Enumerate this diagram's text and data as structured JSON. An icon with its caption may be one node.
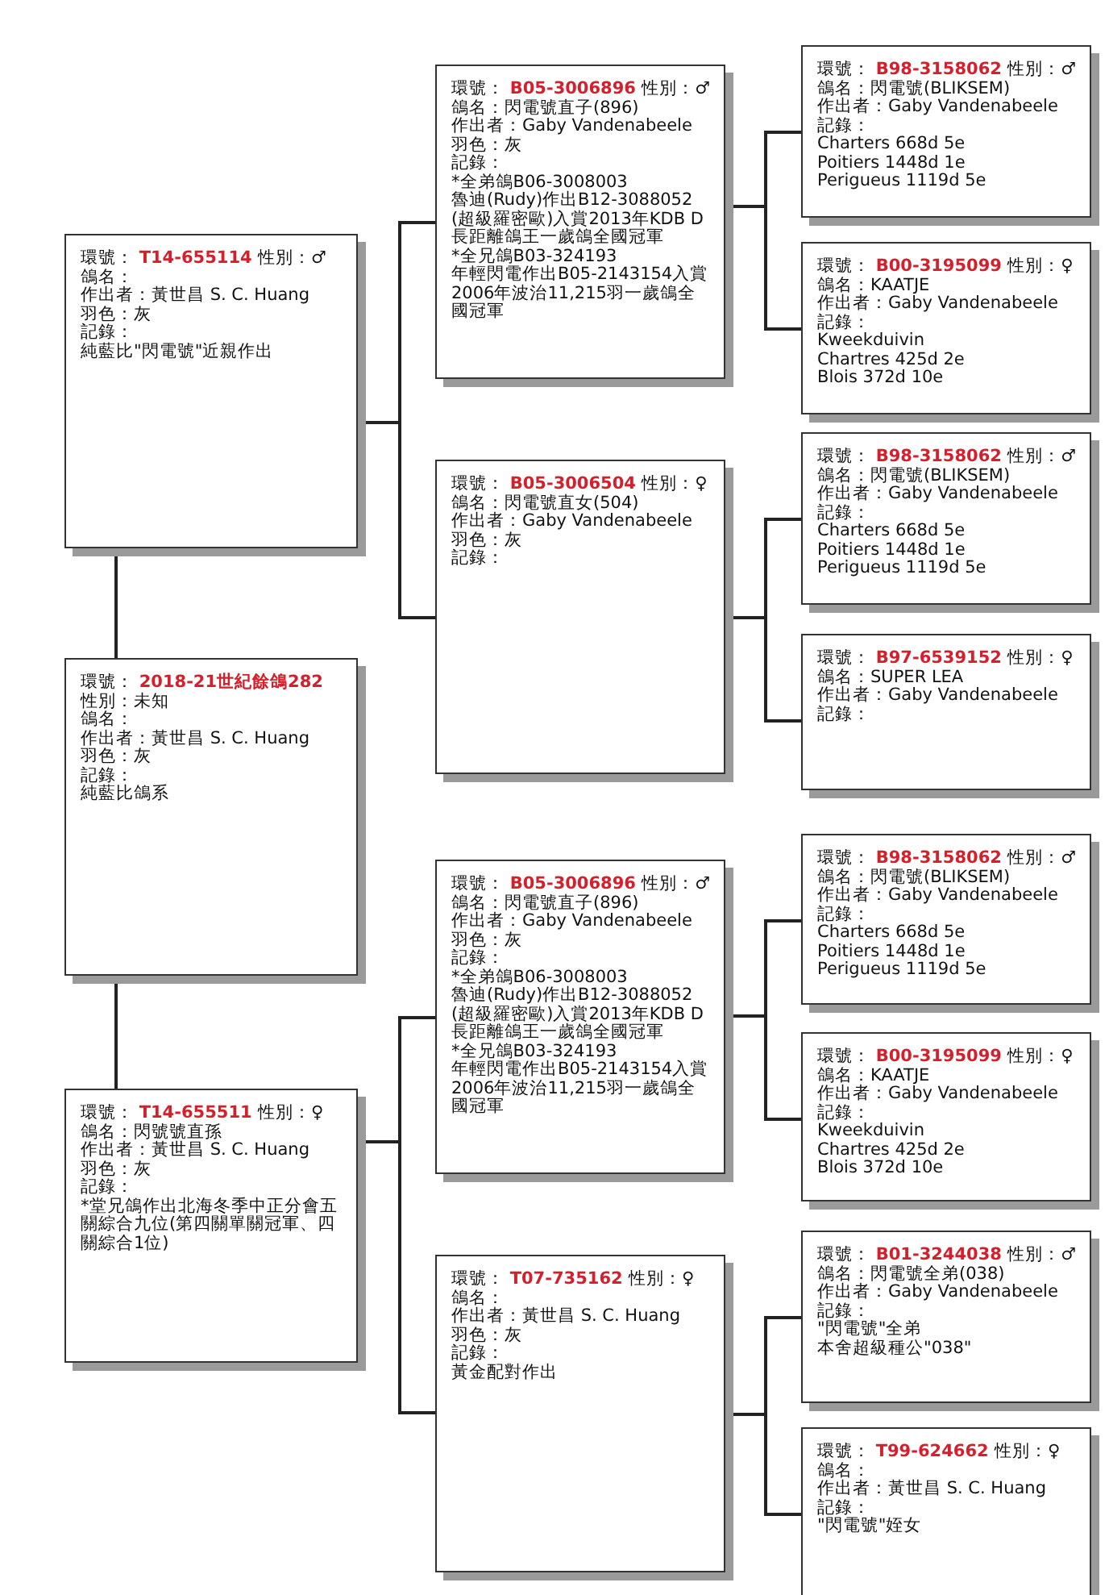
{
  "diagram": {
    "nodes": [
      {
        "text": [
          "環號：",
          "T14-655114",
          "性別：♂",
          "鴿名：",
          "作出者：黃世昌 S. C. Huang",
          "羽色：灰",
          "記錄：",
          "純藍比\"閃電號\"近親作出"
        ]
      },
      {
        "text": [
          "環號：",
          "2018-21世紀餘鴿282",
          "性別：未知",
          "鴿名：",
          "作出者：黃世昌 S. C. Huang",
          "羽色：灰",
          "記錄：",
          "純藍比鴿系"
        ]
      },
      {
        "text": [
          "環號：",
          "T14-655511",
          "性別：♀",
          "鴿名：閃號號直孫",
          "作出者：黃世昌 S. C. Huang",
          "羽色：灰",
          "記錄：",
          "*堂兄鴿作出北海冬季中正分會五關綜合九位(第四關單關冠軍、四關綜合1位)"
        ]
      },
      {
        "text": [
          "環號：",
          "B05-3006896",
          "性別：♂",
          "鴿名：閃電號直子(896)",
          "作出者：Gaby Vandenabeele",
          "羽色：灰",
          "記錄：",
          "*全弟鴿B06-3008003",
          "魯迪(Rudy)作出B12-3088052(超級羅密歐)入賞2013年KDB D長距離鴿王一歲鴿全國冠軍",
          "*全兄鴿B03-324193",
          "年輕閃電作出B05-2143154入賞2006年波治11,215羽一歲鴿全國冠軍"
        ]
      },
      {
        "text": [
          "環號：",
          "B05-3006504",
          "性別：♀",
          "鴿名：閃電號直女(504)",
          "作出者：Gaby Vandenabeele",
          "羽色：灰",
          "記錄："
        ]
      },
      {
        "text": [
          "環號：",
          "B05-3006896",
          "性別：♂",
          "鴿名：閃電號直子(896)",
          "作出者：Gaby Vandenabeele",
          "羽色：灰",
          "記錄：",
          "*全弟鴿B06-3008003",
          "魯迪(Rudy)作出B12-3088052(超級羅密歐)入賞2013年KDB D長距離鴿王一歲鴿全國冠軍",
          "*全兄鴿B03-324193",
          "年輕閃電作出B05-2143154入賞2006年波治11,215羽一歲鴿全國冠軍"
        ]
      },
      {
        "text": [
          "環號：",
          "T07-735162",
          "性別：♀",
          "鴿名：",
          "作出者：黃世昌 S. C. Huang",
          "羽色：灰",
          "記錄：",
          "黃金配對作出"
        ]
      },
      {
        "text": [
          "環號：",
          "B98-3158062",
          "性別：♂",
          "鴿名：閃電號(BLIKSEM)",
          "作出者：Gaby Vandenabeele",
          "記錄：",
          "Charters 668d 5e",
          "Poitiers 1448d 1e",
          "Perigueus 1119d 5e"
        ]
      },
      {
        "text": [
          "環號：",
          "B00-3195099",
          "性別：♀",
          "鴿名：KAATJE",
          "作出者：Gaby Vandenabeele",
          "記錄：",
          "Kweekduivin",
          "Chartres 425d 2e",
          "Blois 372d 10e"
        ]
      },
      {
        "text": [
          "環號：",
          "B98-3158062",
          "性別：♂",
          "鴿名：閃電號(BLIKSEM)",
          "作出者：Gaby Vandenabeele",
          "記錄：",
          "Charters 668d 5e",
          "Poitiers 1448d 1e",
          "Perigueus 1119d 5e"
        ]
      },
      {
        "text": [
          "環號：",
          "B97-6539152",
          "性別：♀",
          "鴿名：SUPER LEA",
          "作出者：Gaby Vandenabeele",
          "記錄："
        ]
      },
      {
        "text": [
          "環號：",
          "B98-3158062",
          "性別：♂",
          "鴿名：閃電號(BLIKSEM)",
          "作出者：Gaby Vandenabeele",
          "記錄：",
          "Charters 668d 5e",
          "Poitiers 1448d 1e",
          "Perigueus 1119d 5e"
        ]
      },
      {
        "text": [
          "環號：",
          "B00-3195099",
          "性別：♀",
          "鴿名：KAATJE",
          "作出者：Gaby Vandenabeele",
          "記錄：",
          "Kweekduivin",
          "Chartres 425d 2e",
          "Blois 372d 10e"
        ]
      },
      {
        "text": [
          "環號：",
          "B01-3244038",
          "性別：♂",
          "鴿名：閃電號全弟(038)",
          "作出者：Gaby Vandenabeele",
          "記錄：",
          "\"閃電號\"全弟",
          "本舍超級種公\"038\""
        ]
      },
      {
        "text": [
          "環號：",
          "T99-624662",
          "性別：♀",
          "鴿名：",
          "作出者：黃世昌 S. C. Huang",
          "記錄：",
          "\"閃電號\"姪女"
        ]
      }
    ],
    "edges": [
      {
        "from": 0,
        "to": 1,
        "arrow": "none"
      },
      {
        "from": 1,
        "to": 2,
        "arrow": "none"
      },
      {
        "from": 0,
        "to": 3,
        "arrow": "none"
      },
      {
        "from": 0,
        "to": 4,
        "arrow": "none"
      },
      {
        "from": 2,
        "to": 5,
        "arrow": "none"
      },
      {
        "from": 2,
        "to": 6,
        "arrow": "none"
      },
      {
        "from": 3,
        "to": 7,
        "arrow": "none"
      },
      {
        "from": 3,
        "to": 8,
        "arrow": "none"
      },
      {
        "from": 4,
        "to": 9,
        "arrow": "none"
      },
      {
        "from": 4,
        "to": 10,
        "arrow": "none"
      },
      {
        "from": 5,
        "to": 11,
        "arrow": "none"
      },
      {
        "from": 5,
        "to": 12,
        "arrow": "none"
      },
      {
        "from": 6,
        "to": 13,
        "arrow": "none"
      },
      {
        "from": 6,
        "to": 14,
        "arrow": "none"
      }
    ]
  }
}
